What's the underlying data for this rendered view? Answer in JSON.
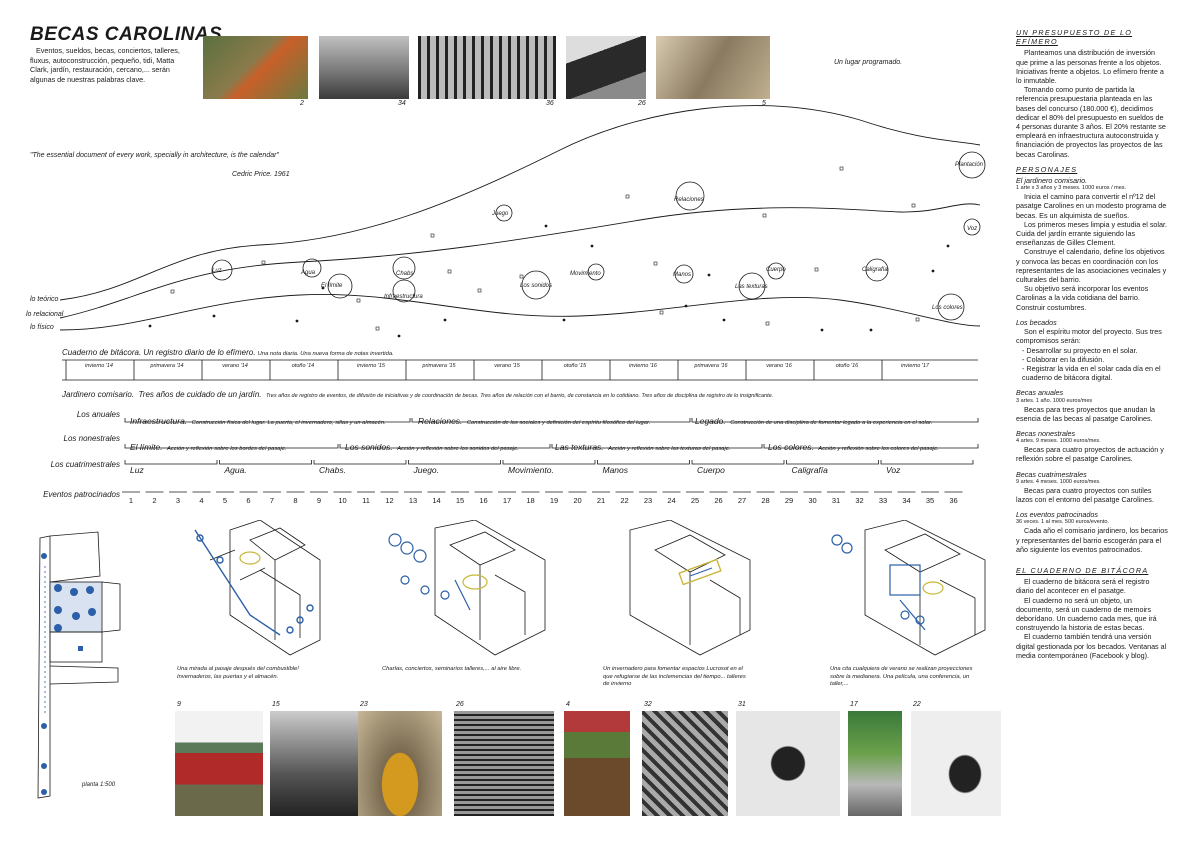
{
  "header": {
    "title": "BECAS CAROLINAS",
    "intro": "Eventos, sueldos, becas, conciertos, talleres, fluxus, autoconstrucción, pequeño, tidi, Matta Clark, jardín, restauración, cercano,... serán algunas de nuestras palabras clave."
  },
  "top_photos": [
    {
      "num": "2",
      "color": "#6a6a4a"
    },
    {
      "num": "34",
      "color": "#9a9a9a"
    },
    {
      "num": "36",
      "color": "#555555"
    },
    {
      "num": "26",
      "color": "#5a5a5a"
    },
    {
      "num": "5",
      "color": "#a89a80"
    }
  ],
  "timeline": {
    "lugar": "Un lugar programado.",
    "quote": "\"The essential document of every work, specially in architecture, is the calendar\"",
    "cite": "Cedric Price. 1961",
    "curves": [
      "lo teórico",
      "lo relacional",
      "lo físico"
    ],
    "events": [
      "Luz",
      "Agua",
      "El límite",
      "Chabs",
      "Infraestructura",
      "Juego",
      "Los sonidos",
      "Movimiento",
      "Relaciones",
      "Manos",
      "Las texturas",
      "Cuerpo",
      "Caligrafía",
      "Los colores",
      "Voz",
      "Plantación"
    ],
    "cuaderno_title": "Cuaderno de bitácora. Un registro diario de lo efímero.",
    "cuaderno_desc": "Una nota diaria. Una nueva forma de notas invertida.",
    "seasons": [
      "invierno '14",
      "primavera '14",
      "verano '14",
      "otoño '14",
      "invierno '15",
      "primavera '15",
      "verano '15",
      "otoño '15",
      "invierno '16",
      "primavera '16",
      "verano '16",
      "otoño '16",
      "invierno '17"
    ],
    "jardinero_title": "Jardinero comisario.",
    "jardinero_main": "Tres años de cuidado de un jardín.",
    "jardinero_desc": "Tres años de registro de eventos, de difusión de iniciativas y de coordinación de becas. Tres años de relación con el barrio, de constancia en lo cotidiano. Tres años de disciplina de registro de lo insignificante."
  },
  "rows": {
    "anuales": {
      "label": "Los anuales",
      "items": [
        {
          "title": "Infraestructura.",
          "desc": "Construcción física del lugar. La puerta, el invernadero, sillas y un almacén."
        },
        {
          "title": "Relaciones.",
          "desc": "Construcción de las sociales y definición del espíritu filosófico del lugar."
        },
        {
          "title": "Legado.",
          "desc": "Construcción de una disciplina de fomentar legado a la experiencia en el solar."
        }
      ]
    },
    "nonestrales": {
      "label": "Los nonestrales",
      "items": [
        {
          "title": "El límite.",
          "desc": "Acción y reflexión sobre los bordes del pasaje."
        },
        {
          "title": "Los sonidos.",
          "desc": "Acción y reflexión sobre los sonidos del pasaje."
        },
        {
          "title": "Las texturas.",
          "desc": "Acción y reflexión sobre las texturas del pasaje."
        },
        {
          "title": "Los colores.",
          "desc": "Acción y reflexión sobre los colores del pasaje."
        }
      ]
    },
    "cuatrimestrales": {
      "label": "Los cuatrimestrales",
      "items": [
        "Luz",
        "Agua.",
        "Chabs.",
        "Juego.",
        "Movimiento.",
        "Manos",
        "Cuerpo",
        "Caligrafía",
        "Voz"
      ]
    },
    "eventos": {
      "label": "Eventos patrocinados",
      "numbers": [
        "1",
        "2",
        "3",
        "4",
        "5",
        "6",
        "7",
        "8",
        "9",
        "10",
        "11",
        "12",
        "13",
        "14",
        "15",
        "16",
        "17",
        "18",
        "19",
        "20",
        "21",
        "22",
        "23",
        "24",
        "25",
        "26",
        "27",
        "28",
        "29",
        "30",
        "31",
        "32",
        "33",
        "34",
        "35",
        "36"
      ]
    }
  },
  "axonometrics": [
    {
      "caption": "Una mirada al pasaje después del combustible! Invernaderos, las puertas y el almacén."
    },
    {
      "caption": "Charlas, conciertos, seminarios talleres,... al aire libre."
    },
    {
      "caption": "Un invernadero para fomentar espacios Lucrosot en el que refugiarse de las inclemencias del tiempo... talleres de invierno"
    },
    {
      "caption": "Una cita cualquiera de verano se realizan proyecciones sobre la medianera. Una película, una conferencia, un taller,..."
    }
  ],
  "plan": {
    "label": "planta 1:500"
  },
  "bottom_photos": [
    {
      "num": "9",
      "color": "#8a6a5a"
    },
    {
      "num": "15",
      "color": "#6a6a6a"
    },
    {
      "num": "23",
      "color": "#8a7a5a"
    },
    {
      "num": "26",
      "color": "#505050"
    },
    {
      "num": "4",
      "color": "#6a5a3a"
    },
    {
      "num": "32",
      "color": "#606060"
    },
    {
      "num": "31",
      "color": "#d0d0d0"
    },
    {
      "num": "17",
      "color": "#4a7a4a"
    },
    {
      "num": "22",
      "color": "#e0e0e0"
    }
  ],
  "sidebar": {
    "presupuesto_title": "UN PRESUPUESTO DE LO EFÍMERO",
    "presupuesto_p1": "Planteamos una distribución de inversión que prime a las personas frente a los objetos. Iniciativas frente a objetos. Lo efímero frente a lo inmutable.",
    "presupuesto_p2": "Tomando como punto de partida la referencia presupuestaria planteada en las bases del concurso (180.000 €), decidimos dedicar el 80% del presupuesto en sueldos de 4 personas durante 3 años. El 20% restante se empleará en infraestructura autoconstruida y financiación de proyectos las proyectos de las becas Carolinas.",
    "personajes_title": "PERSONAJES",
    "jardinero_sub": "El jardinero comisario.",
    "jardinero_small": "1 arte x 3 años y 3 meses. 1000 euros / mes.",
    "jardinero_p1": "Inicia el camino para convertir el nº12 del pasatge Carolines en un modesto programa de becas. Es un alquimista de sueños.",
    "jardinero_p2": "Los primeros meses limpia y estudia el solar. Cuida del jardín errante siguiendo las enseñanzas de Gilles Clement.",
    "jardinero_p3": "Construye el calendario, define los objetivos y convoca las becas en coordinación con los representantes de las asociaciones vecinales y culturales del barrio.",
    "jardinero_p4": "Su objetivo será incorporar los eventos Carolinas a la vida cotidiana del barrio. Construir costumbres.",
    "becados_sub": "Los becados",
    "becados_p1": "Son el espíritu motor del proyecto. Sus tres compromisos serán:",
    "becados_items": [
      "- Desarrollar su proyecto en el solar.",
      "- Colaborar en la difusión.",
      "- Registrar la vida en el solar cada día en el cuaderno de bitácora digital."
    ],
    "anuales_sub": "Becas anuales",
    "anuales_small": "3 artes. 1 año. 1000 euros/mes",
    "anuales_p": "Becas para tres proyectos que anudan la esencia de las becas al pasatge Carolines.",
    "nonestrales_sub": "Becas nonestrales",
    "nonestrales_small": "4 artes. 9 meses. 1000 euros/mes.",
    "nonestrales_p": "Becas para cuatro proyectos de actuación y reflexión sobre el pasatge Carolines.",
    "cuatri_sub": "Becas cuatrimestrales",
    "cuatri_small": "9 artes. 4 meses. 1000 euros/mes.",
    "cuatri_p": "Becas para cuatro proyectos con sutiles lazos con el entorno del pasatge Carolines.",
    "patro_sub": "Los eventos patrocinados",
    "patro_small": "36 veces. 1 al mes. 500 euros/evento.",
    "patro_p": "Cada año el comisario jardinero, los becarios y representantes del barrio escogerán para el año siguiente los eventos patrocinados.",
    "cuaderno_title": "EL CUADERNO DE BITÁCORA",
    "cuaderno_p1": "El cuaderno de bitácora será el registro diario del acontecer en el pasatge.",
    "cuaderno_p2": "El cuaderno no será un objeto, un documento, será un cuaderno de memoirs deborídano. Un cuaderno cada mes, que irá construyendo la historia de estas becas.",
    "cuaderno_p3": "El cuaderno también tendrá una versión digital gestionada por los becados. Ventanas al media contemporáneo (Facebook y blog)."
  },
  "colors": {
    "accent_blue": "#2b5fa8",
    "accent_yellow": "#c9b63a",
    "line": "#1a1a1a"
  }
}
